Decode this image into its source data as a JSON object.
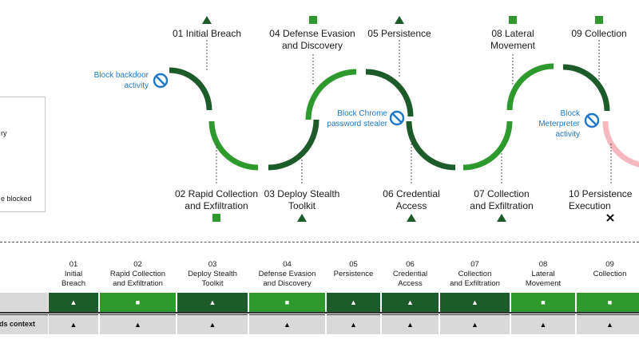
{
  "colors": {
    "dark_green": "#1e5b2a",
    "mid_green": "#2d8a2d",
    "light_green": "#2e9a2e",
    "pink": "#f5b8bf",
    "block_blue": "#1e78c8",
    "row_gray": "#d9d9d9",
    "divider": "#555555"
  },
  "icons": {
    "triangle": "triangle-icon",
    "square": "square-icon",
    "cross": "cross-icon",
    "block": "block-icon"
  },
  "legend": {
    "line1": "ry",
    "line2": "e blocked"
  },
  "stages_top": [
    {
      "id": "01",
      "label": "01 Initial Breach",
      "marker": "▲"
    },
    {
      "id": "04",
      "label": "04 Defense Evasion\nand Discovery",
      "marker": "■"
    },
    {
      "id": "05",
      "label": "05 Persistence",
      "marker": "▲"
    },
    {
      "id": "08",
      "label": "08 Lateral\nMovement",
      "marker": "■"
    },
    {
      "id": "09",
      "label": "09 Collection",
      "marker": "■"
    }
  ],
  "stages_bottom": [
    {
      "id": "02",
      "label": "02 Rapid Collection\nand Exfiltration",
      "marker": "■"
    },
    {
      "id": "03",
      "label": "03 Deploy Stealth\nToolkit",
      "marker": "▲"
    },
    {
      "id": "06",
      "label": "06 Credential\nAccess",
      "marker": "▲"
    },
    {
      "id": "07",
      "label": "07 Collection\nand Exfiltration",
      "marker": "▲"
    },
    {
      "id": "10",
      "label": "10 Persistence\nExecution",
      "marker": "✕"
    }
  ],
  "block_labels": {
    "backdoor": "Block backdoor\nactivity",
    "chrome": "Block Chrome\npassword stealer",
    "meterpreter": "Block\nMeterpreter\nactivity"
  },
  "table": {
    "headers": [
      {
        "num": "01",
        "name": "Initial\nBreach"
      },
      {
        "num": "02",
        "name": "Rapid Collection\nand Exfiltration"
      },
      {
        "num": "03",
        "name": "Deploy Stealth\nToolkit"
      },
      {
        "num": "04",
        "name": "Defense Evasion\nand Discovery"
      },
      {
        "num": "05",
        "name": "Persistence"
      },
      {
        "num": "06",
        "name": "Credential\nAccess"
      },
      {
        "num": "07",
        "name": "Collection\nand Exfiltration"
      },
      {
        "num": "08",
        "name": "Lateral\nMovement"
      },
      {
        "num": "09",
        "name": "Collection"
      }
    ],
    "row1": {
      "label": "",
      "cells": [
        {
          "symbol": "▲",
          "color": "#1e5b2a"
        },
        {
          "symbol": "■",
          "color": "#2e9a2e"
        },
        {
          "symbol": "▲",
          "color": "#1e5b2a"
        },
        {
          "symbol": "■",
          "color": "#2e9a2e"
        },
        {
          "symbol": "▲",
          "color": "#1e5b2a"
        },
        {
          "symbol": "▲",
          "color": "#1e5b2a"
        },
        {
          "symbol": "▲",
          "color": "#1e5b2a"
        },
        {
          "symbol": "■",
          "color": "#2e9a2e"
        },
        {
          "symbol": "■",
          "color": "#2e9a2e"
        }
      ]
    },
    "row2": {
      "label": "ds context",
      "cells": [
        "▲",
        "▲",
        "▲",
        "▲",
        "▲",
        "▲",
        "▲",
        "▲",
        "▲"
      ]
    }
  }
}
